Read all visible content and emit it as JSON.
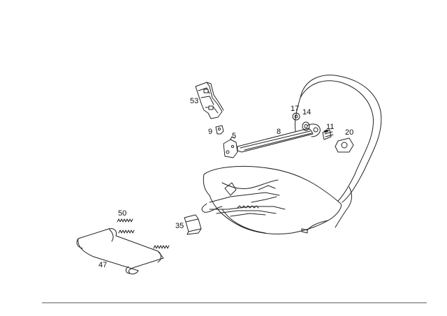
{
  "diagram": {
    "callouts": {
      "c53": "53",
      "c9": "9",
      "c5": "5",
      "c8": "8",
      "c17": "17",
      "c14": "14",
      "c11": "11",
      "c20": "20",
      "c50": "50",
      "c35": "35",
      "c47": "47"
    },
    "line_color": "#222222",
    "background": "#ffffff"
  }
}
